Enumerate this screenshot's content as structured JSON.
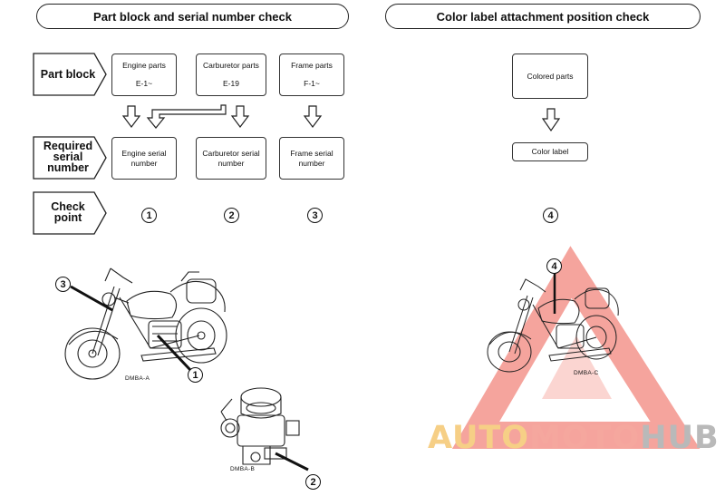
{
  "left": {
    "header": "Part block and serial number check",
    "row_labels": {
      "part_block": "Part block",
      "required_serial_line1": "Required",
      "required_serial_line2": "serial",
      "required_serial_line3": "number",
      "check_line1": "Check",
      "check_line2": "point"
    },
    "columns": [
      {
        "part": "Engine parts",
        "code": "E-1~",
        "serial_line1": "Engine serial",
        "serial_line2": "number",
        "check": "1"
      },
      {
        "part": "Carburetor parts",
        "code": "E-19",
        "serial_line1": "Carburetor serial",
        "serial_line2": "number",
        "check": "2"
      },
      {
        "part": "Frame parts",
        "code": "F-1~",
        "serial_line1": "Frame serial",
        "serial_line2": "number",
        "check": "3"
      }
    ],
    "illustrations": {
      "bike_code": "DMBA-A",
      "carb_code": "DMBA-B",
      "callout_frame": "3",
      "callout_engine": "1",
      "callout_carb": "2"
    }
  },
  "right": {
    "header": "Color label attachment position check",
    "colored_parts": "Colored parts",
    "color_label": "Color label",
    "check": "4",
    "bike_code": "DMBA-C",
    "callout": "4"
  },
  "watermark": {
    "part1": "AUTO",
    "part2": "MOTO",
    "part3": "HUB",
    "colors": {
      "auto": "#f6cf86",
      "moto": "#f5a79e",
      "hub": "#b9b9b9",
      "triangle": "#f07a70"
    }
  }
}
